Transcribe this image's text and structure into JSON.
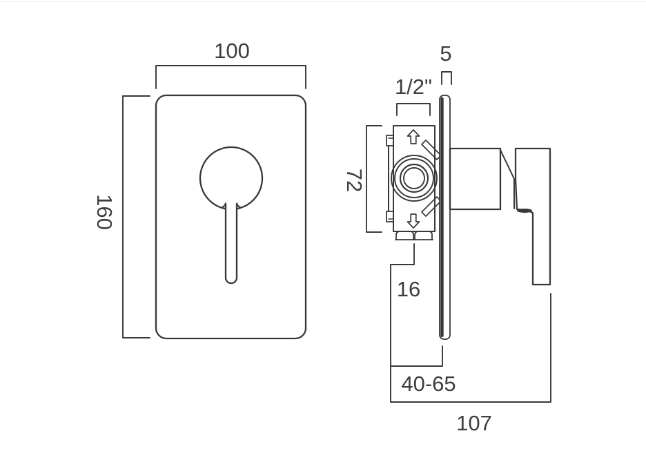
{
  "drawing": {
    "type": "technical-dimension-drawing",
    "subject": "concealed-shower-valve-two-views",
    "line_color": "#383838",
    "background_color": "#ffffff",
    "dims": {
      "plate_width": {
        "label": "100"
      },
      "plate_height": {
        "label": "160"
      },
      "plate_thickness": {
        "label": "5"
      },
      "inlet_size": {
        "label": "1/2\""
      },
      "valve_body_height": {
        "label": "72"
      },
      "bottom_outlet": {
        "label": "16"
      },
      "installation_depth_range": {
        "label": "40-65"
      },
      "overall_depth": {
        "label": "107"
      }
    }
  }
}
